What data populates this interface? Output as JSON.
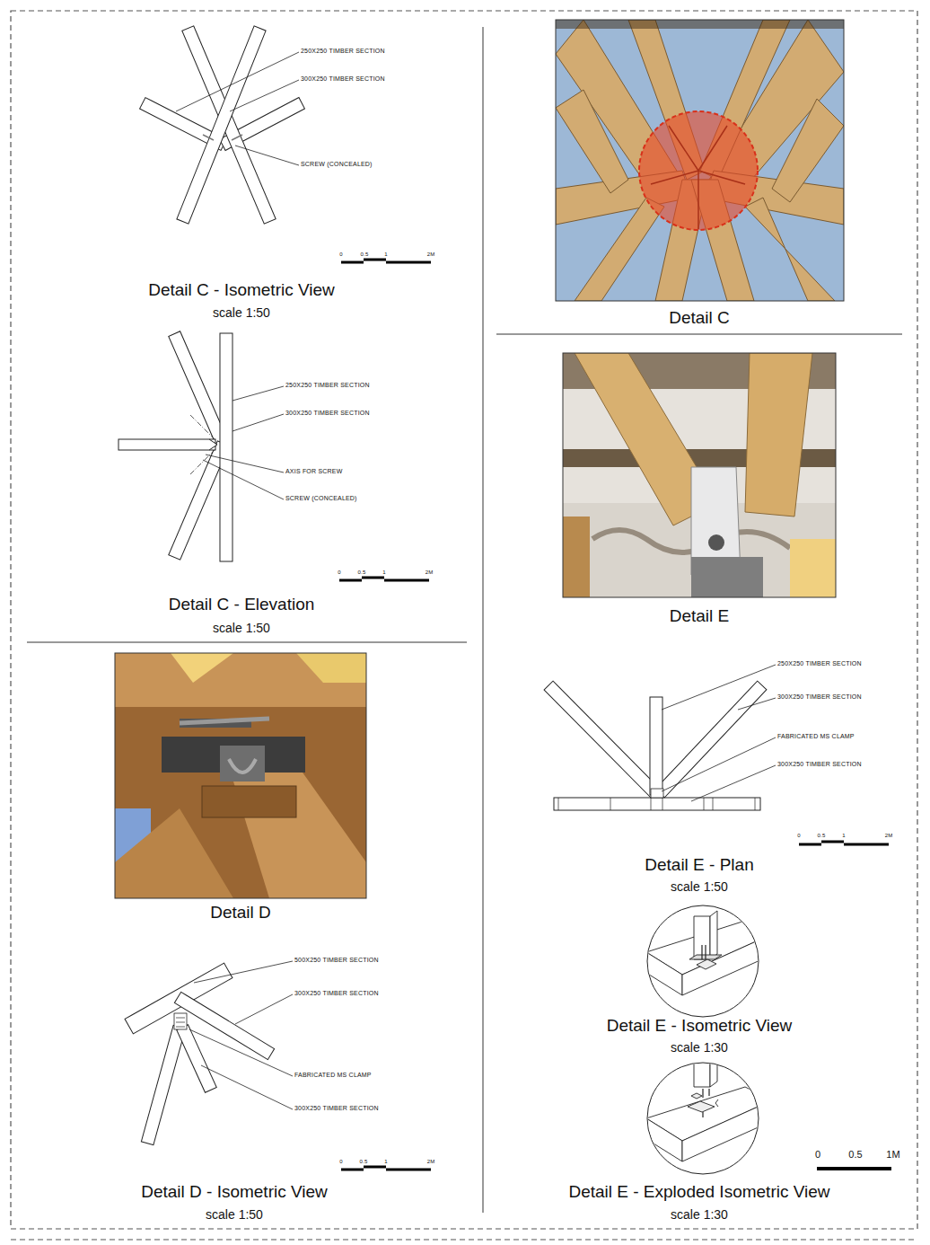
{
  "diagram": {
    "labels": [
      "250X250 TIMBER SECTION",
      "300X250 TIMBER SECTION",
      "SCREW (CONCEALED)",
      "0",
      "0.5",
      "1",
      "2M",
      "Detail C - Isometric View",
      "scale 1:50",
      "250X250 TIMBER SECTION",
      "300X250 TIMBER SECTION",
      "AXIS FOR SCREW",
      "SCREW (CONCEALED)",
      "0",
      "0.5",
      "1",
      "2M",
      "Detail C - Elevation",
      "scale 1:50",
      "Detail D",
      "500X250 TIMBER SECTION",
      "300X250 TIMBER SECTION",
      "FABRICATED MS CLAMP",
      "300X250 TIMBER SECTION",
      "0",
      "0.5",
      "1",
      "2M",
      "Detail D - Isometric View",
      "scale 1:50",
      "Detail C",
      "Detail E",
      "250X250 TIMBER SECTION",
      "300X250 TIMBER SECTION",
      "FABRICATED MS CLAMP",
      "300X250 TIMBER SECTION",
      "0",
      "0.5",
      "1",
      "2M",
      "Detail E - Plan",
      "scale 1:50",
      "Detail E - Isometric View",
      "scale 1:30",
      "Detail E - Exploded Isometric View",
      "scale 1:30",
      "0",
      "0.5",
      "1M"
    ]
  }
}
